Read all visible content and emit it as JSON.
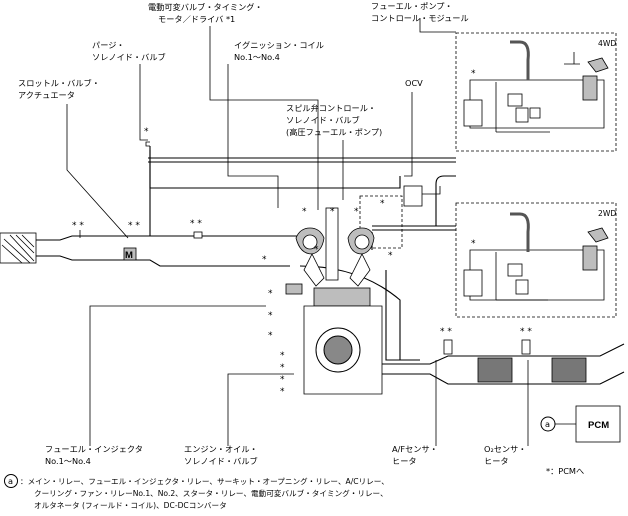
{
  "labels": {
    "vvt_motor": [
      "電動可変バルブ・タイミング・",
      "モータ／ドライバ *1"
    ],
    "fuel_pump_module": [
      "フューエル・ポンプ・",
      "コントロール・モジュール"
    ],
    "purge_valve": [
      "パージ・",
      "ソレノイド・バルブ"
    ],
    "ignition_coil": [
      "イグニッション・コイル",
      "No.1〜No.4"
    ],
    "throttle": [
      "スロットル・バルブ・",
      "アクチュエータ"
    ],
    "ocv": "OCV",
    "spill_valve": [
      "スピル弁コントロール・",
      "ソレノイド・バルブ",
      "(高圧フューエル・ポンプ)"
    ],
    "injector": [
      "フューエル・インジェクタ",
      "No.1〜No.4"
    ],
    "oil_valve": [
      "エンジン・オイル・",
      "ソレノイド・バルブ"
    ],
    "af_sensor": [
      "A/Fセンサ・",
      "ヒータ"
    ],
    "o2_sensor": [
      "O₂センサ・",
      "ヒータ"
    ],
    "pcm": "PCM",
    "circle_a": "a",
    "to_pcm": "*：PCMへ",
    "wd4": "4WD",
    "wd2": "2WD",
    "asterisk": "*",
    "double_asterisk": "* *",
    "motor_m": "M"
  },
  "footnote": {
    "marker": "a",
    "lines": [
      "：メイン・リレー、フューエル・インジェクタ・リレー、サーキット・オープニング・リレー、A/Cリレー、",
      "クーリング・ファン・リレーNo.1、No.2、スタータ・リレー、電動可変バルブ・タイミング・リレー、",
      "オルタネータ (フィールド・コイル)、DC-DCコンバータ"
    ]
  }
}
